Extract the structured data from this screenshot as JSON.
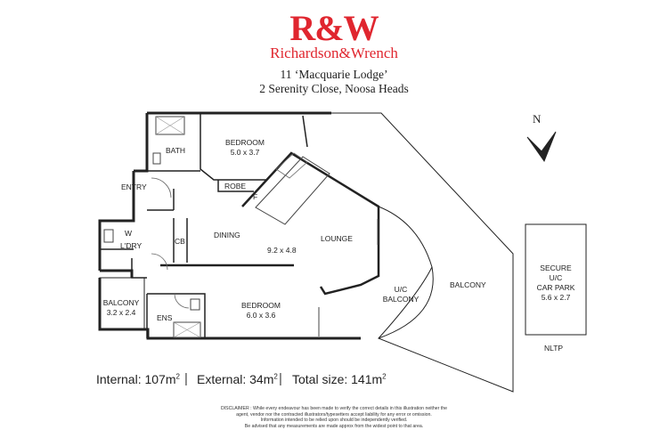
{
  "brand": {
    "mark": "R&W",
    "name": "Richardson&Wrench",
    "color": "#e0262f"
  },
  "address": {
    "line1": "11 ‘Macquarie Lodge’",
    "line2": "2 Serenity Close, Noosa Heads"
  },
  "compass": {
    "label": "N"
  },
  "rooms": {
    "bath": "BATH",
    "bedroom1": "BEDROOM",
    "bedroom1_size": "5.0 x 3.7",
    "entry": "ENTRY",
    "robe": "ROBE",
    "fridge": "F",
    "w": "W",
    "laundry": "L'DRY",
    "cb": "CB",
    "dining": "DINING",
    "living_size": "9.2 x 4.8",
    "lounge": "LOUNGE",
    "uc_balcony_1": "U/C",
    "uc_balcony_2": "BALCONY",
    "balcony_main": "BALCONY",
    "balcony_small": "BALCONY",
    "balcony_small_size": "3.2 x 2.4",
    "ens": "ENS",
    "bedroom2": "BEDROOM",
    "bedroom2_size": "6.0 x 3.6",
    "carpark_1": "SECURE",
    "carpark_2": "U/C",
    "carpark_3": "CAR PARK",
    "carpark_4": "5.6 x 2.7",
    "nltp": "NLTP"
  },
  "areas": {
    "internal_label": "Internal: 107m",
    "external_label": "External: 34m",
    "total_label": "Total size: 141m",
    "unit_sup": "2",
    "separator": "|"
  },
  "disclaimer": {
    "line1": "DISCLAIMER : While every endeavour has been made to verify the correct details in this illustration neither the",
    "line2": "agent, vendor nor the contracted illustrators/typesetters accept liability for any error or omission.",
    "line3": "Information intended to be relied upon should be independently verified.",
    "line4": "Be advised that any measurements are made approx from the widest point to that area."
  }
}
